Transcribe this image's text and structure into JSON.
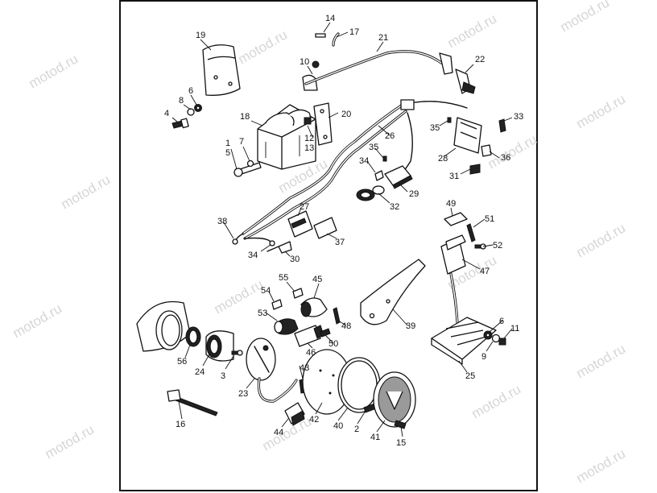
{
  "watermark": "motod.ru",
  "callouts": [
    "1",
    "2",
    "3",
    "4",
    "5",
    "6",
    "6",
    "7",
    "8",
    "9",
    "10",
    "11",
    "12",
    "13",
    "14",
    "15",
    "16",
    "17",
    "18",
    "19",
    "20",
    "21",
    "22",
    "23",
    "24",
    "25",
    "26",
    "27",
    "28",
    "29",
    "30",
    "31",
    "32",
    "33",
    "34",
    "34",
    "35",
    "35",
    "36",
    "37",
    "38",
    "39",
    "40",
    "41",
    "42",
    "43",
    "44",
    "45",
    "46",
    "47",
    "48",
    "49",
    "50",
    "51",
    "52",
    "53",
    "54",
    "55",
    "56"
  ]
}
